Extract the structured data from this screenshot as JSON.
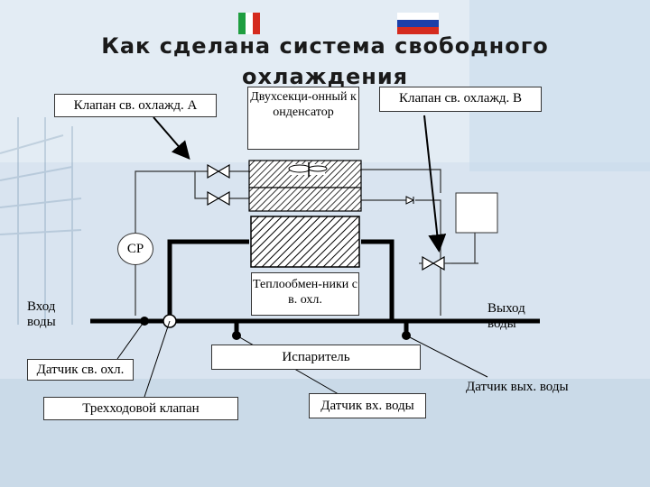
{
  "title": "Как сделана система свободного охлаждения",
  "flags": [
    "italy-flag",
    "russia-flag"
  ],
  "labels": {
    "valve_a": "Клапан св. охлажд. А",
    "condenser": "Двухсекци-онный конденсатор",
    "valve_b": "Клапан св. охлажд. В",
    "cp": "СР",
    "heat_exchangers": "Теплообмен-ники св. охл.",
    "water_in": "Вход воды",
    "water_out": "Выход воды",
    "evaporator": "Испаритель",
    "sensor_free_cooling": "Датчик св. охл.",
    "three_way_valve": "Трехходовой клапан",
    "sensor_water_in": "Датчик вх. воды",
    "sensor_water_out": "Датчик вых. воды"
  },
  "colors": {
    "pipe_thick": "#000000",
    "pipe_thin": "#333333",
    "italy": [
      "#1f9e40",
      "#ffffff",
      "#d52b1e"
    ],
    "russia": [
      "#ffffff",
      "#1c3fa8",
      "#d52b1e"
    ]
  }
}
